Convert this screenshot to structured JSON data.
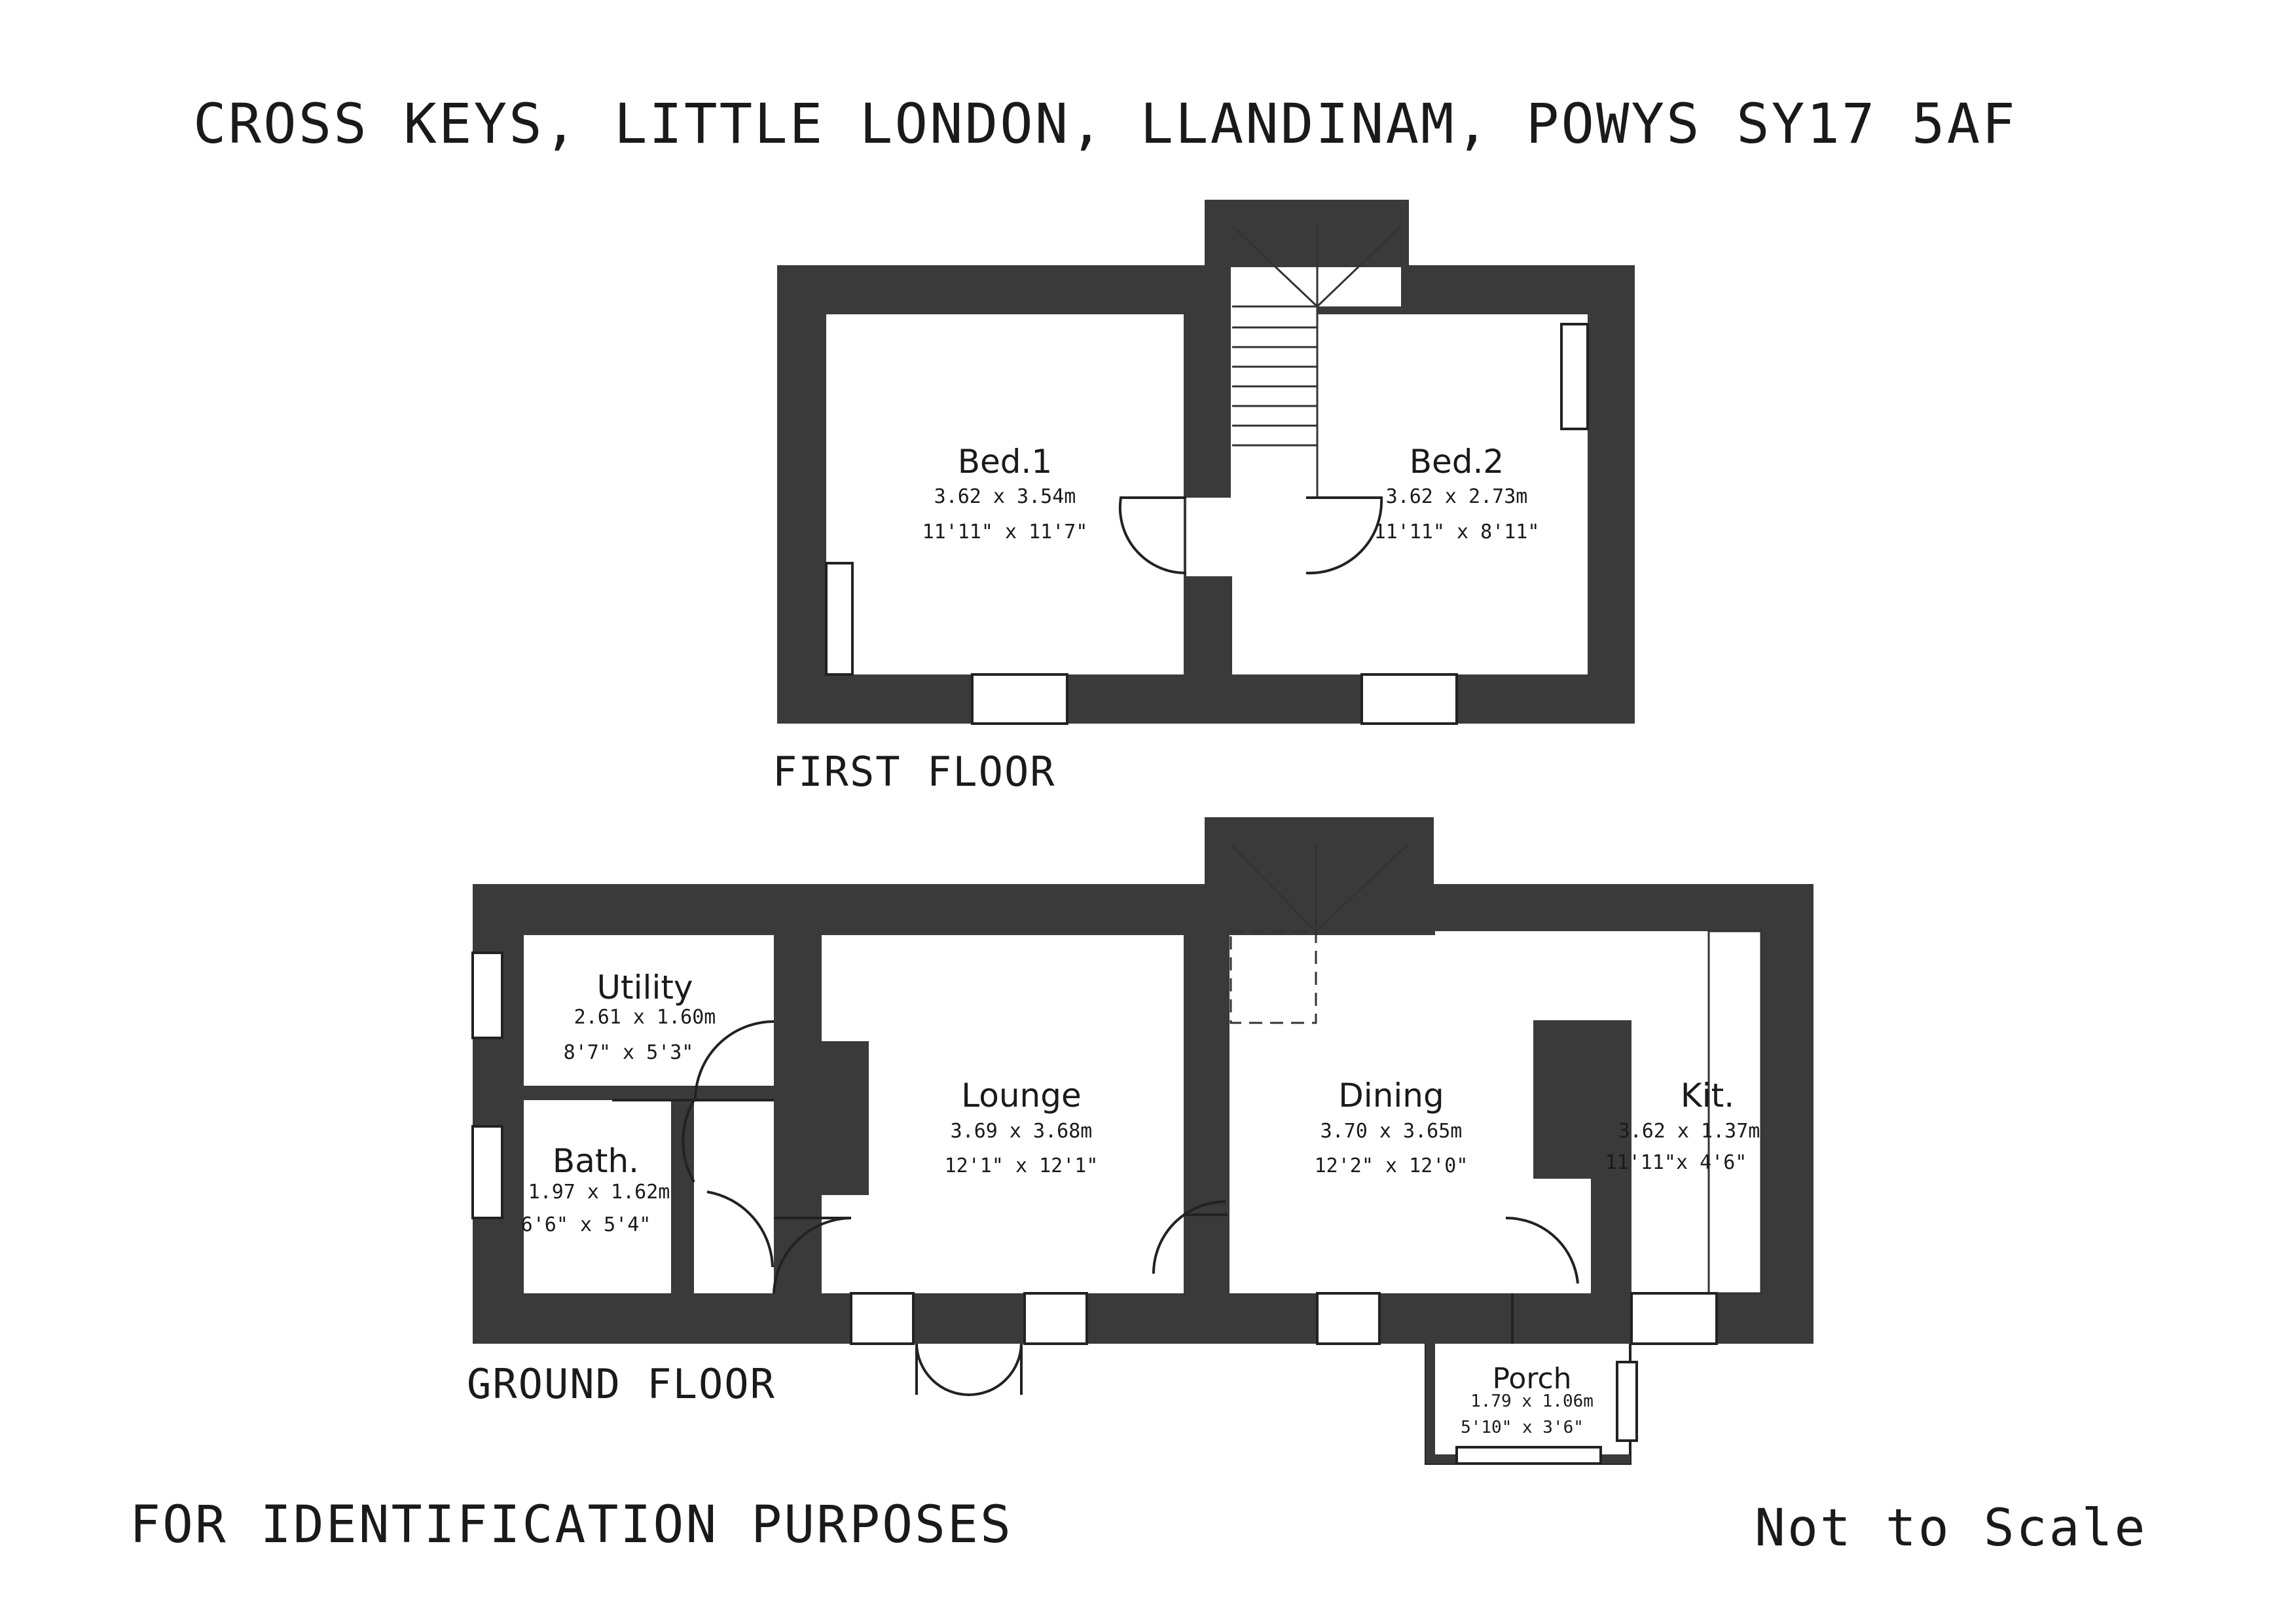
{
  "header": {
    "title": "CROSS KEYS, LITTLE LONDON, LLANDINAM, POWYS   SY17 5AF"
  },
  "floors": {
    "first": {
      "label": "FIRST FLOOR",
      "rooms": [
        {
          "name": "Bed.1",
          "metric": "3.62 x 3.54m",
          "imperial": "11'11\" x 11'7\""
        },
        {
          "name": "Bed.2",
          "metric": "3.62 x 2.73m",
          "imperial": "11'11\" x 8'11\""
        }
      ]
    },
    "ground": {
      "label": "GROUND FLOOR",
      "rooms": [
        {
          "name": "Utility",
          "metric": "2.61 x  1.60m",
          "imperial": "8'7\" x 5'3\""
        },
        {
          "name": "Bath.",
          "metric": "1.97 x 1.62m",
          "imperial": "6'6\" x 5'4\""
        },
        {
          "name": "Lounge",
          "metric": "3.69 x 3.68m",
          "imperial": "12'1\" x 12'1\""
        },
        {
          "name": "Dining",
          "metric": "3.70 x 3.65m",
          "imperial": "12'2\" x 12'0\""
        },
        {
          "name": "Kit.",
          "metric": "3.62 x 1.37m",
          "imperial": "11'11\"x 4'6\""
        },
        {
          "name": "Porch",
          "metric": "1.79 x 1.06m",
          "imperial": "5'10\" x 3'6\""
        }
      ]
    }
  },
  "footer": {
    "left": "FOR IDENTIFICATION PURPOSES",
    "right": "Not to Scale"
  }
}
